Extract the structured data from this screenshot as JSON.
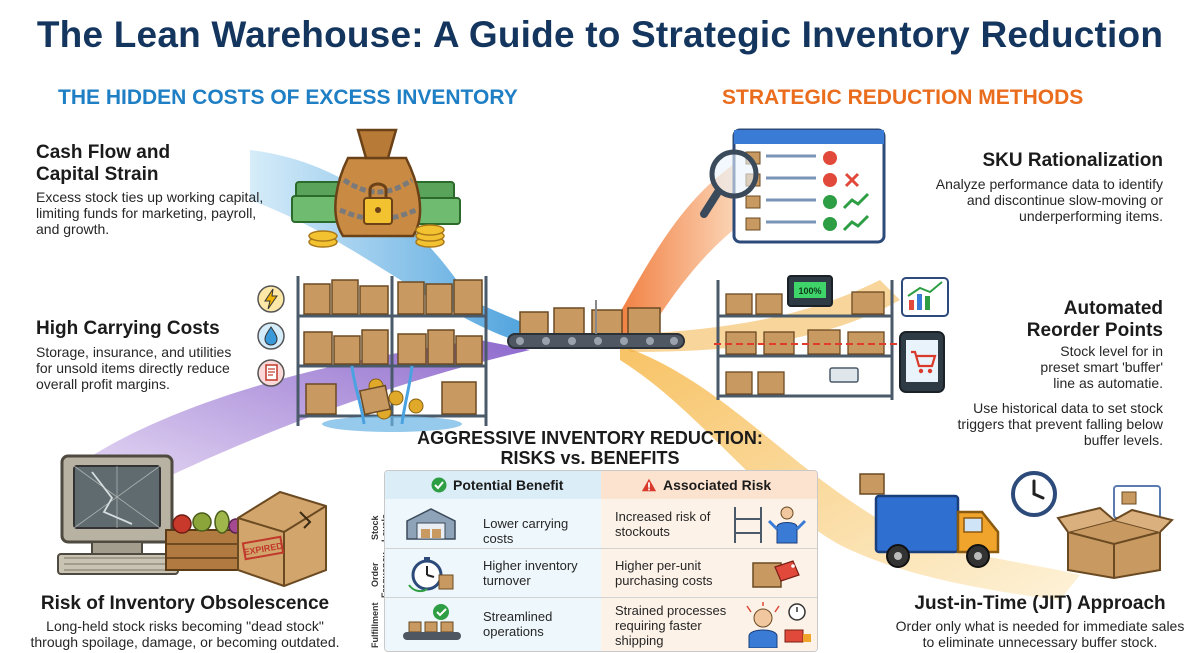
{
  "title": "The Lean Warehouse: A Guide to Strategic Inventory Reduction",
  "sections": {
    "left_heading": "THE HIDDEN COSTS OF EXCESS INVENTORY",
    "right_heading": "STRATEGIC REDUCTION METHODS"
  },
  "costs": [
    {
      "title": "Cash Flow and\nCapital Strain",
      "text": "Excess stock ties up working capital, limiting funds for marketing, payroll, and growth."
    },
    {
      "title": "High Carrying Costs",
      "text": "Storage, insurance, and utilities for unsold items directly reduce overall profit margins."
    },
    {
      "title": "Risk of Inventory Obsolescence",
      "text": "Long-held stock risks becoming \"dead stock\" through spoilage, damage, or becoming outdated."
    }
  ],
  "methods": [
    {
      "title": "SKU Rationalization",
      "text": "Analyze performance data to identify and discontinue slow-moving or underperforming items."
    },
    {
      "title": "Automated\nReorder Points",
      "text": "Use historical data to set stock triggers that prevent falling below buffer levels.",
      "overlay": "Stock level for in preset smart 'buffer' line as automatie."
    },
    {
      "title": "Just-in-Time (JIT) Approach",
      "text": "Order only what is needed for immediate sales to eliminate unnecessary buffer stock."
    }
  ],
  "illustration_labels": {
    "scale_display": "100%",
    "expired_stamp": "EXPIRED"
  },
  "table": {
    "title": "AGGRESSIVE INVENTORY REDUCTION:\nRISKS vs. BENEFITS",
    "benefit_header": "Potential Benefit",
    "risk_header": "Associated Risk",
    "rows": [
      {
        "label": "Stock Levels",
        "benefit": "Lower carrying costs",
        "risk": "Increased risk of stockouts"
      },
      {
        "label": "Order Frequency",
        "benefit": "Higher inventory turnover",
        "risk": "Higher per-unit purchasing costs"
      },
      {
        "label": "Fulfillment",
        "benefit": "Streamlined operations",
        "risk": "Strained processes requiring faster shipping"
      }
    ]
  },
  "colors": {
    "title": "#14365e",
    "left_heading": "#1f7fc4",
    "right_heading": "#ea6c1d",
    "benefit_header_bg": "#dbeef8",
    "risk_header_bg": "#fbe3cf",
    "benefit_check": "#2e9e44",
    "risk_warning": "#d93a2b"
  },
  "icons": [
    "money-bag-lock-icon",
    "lightning-icon",
    "water-drop-icon",
    "document-icon",
    "warehouse-shelves-icon",
    "conveyor-belt-icon",
    "obsolete-computer-icon",
    "expired-box-icon",
    "magnifier-checklist-icon",
    "smart-shelf-icon",
    "tablet-cart-icon",
    "chart-icon",
    "delivery-truck-icon",
    "clock-icon",
    "open-box-icon",
    "check-circle-icon",
    "warning-triangle-icon",
    "warehouse-icon",
    "stopwatch-icon",
    "worker-icon",
    "price-tag-box-icon",
    "stressed-person-icon",
    "conveyor-icon"
  ]
}
